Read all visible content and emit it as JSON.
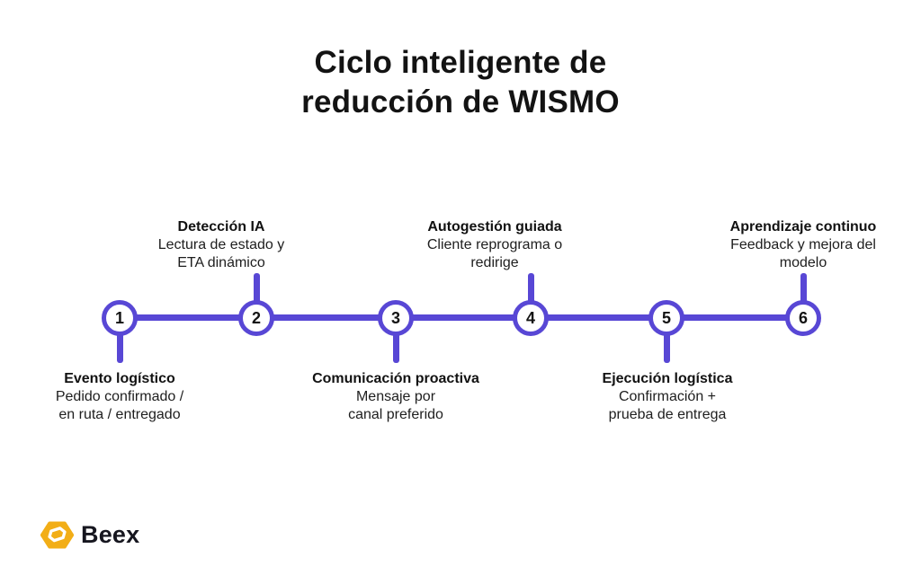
{
  "title": {
    "line1": "Ciclo inteligente de",
    "line2": "reducción de WISMO"
  },
  "timeline": {
    "accent_color": "#5847d5",
    "node_fill": "#ffffff",
    "text_color": "#1e1e1e",
    "steps": [
      {
        "number": "1",
        "label_position": "below",
        "heading": "Evento logístico",
        "detail1": "Pedido confirmado /",
        "detail2": "en ruta / entregado"
      },
      {
        "number": "2",
        "label_position": "above",
        "heading": "Detección IA",
        "detail1": "Lectura de estado y",
        "detail2": "ETA dinámico"
      },
      {
        "number": "3",
        "label_position": "below",
        "heading": "Comunicación proactiva",
        "detail1": "Mensaje por",
        "detail2": "canal preferido"
      },
      {
        "number": "4",
        "label_position": "above",
        "heading": "Autogestión guiada",
        "detail1": "Cliente reprograma o",
        "detail2": "redirige"
      },
      {
        "number": "5",
        "label_position": "below",
        "heading": "Ejecución logística",
        "detail1": "Confirmación +",
        "detail2": "prueba de entrega"
      },
      {
        "number": "6",
        "label_position": "above",
        "heading": "Aprendizaje continuo",
        "detail1": "Feedback y mejora del",
        "detail2": "modelo"
      }
    ]
  },
  "footer": {
    "brand_name": "Beex",
    "logo_color": "#f2ae17"
  }
}
